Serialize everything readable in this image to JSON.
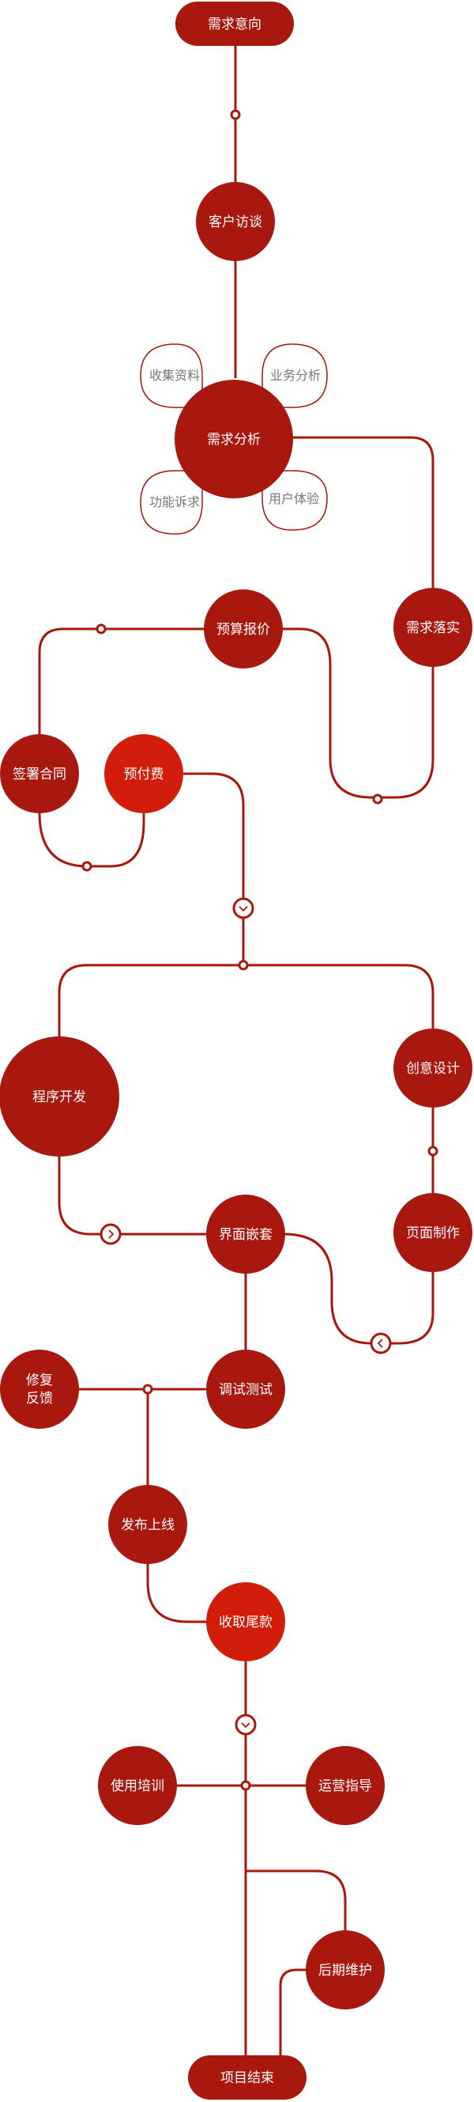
{
  "colors": {
    "line": "#a8180f",
    "node": "#a8180f",
    "accent": "#d11d0a",
    "petal_stroke": "#a8180f",
    "petal_text": "#777777",
    "node_text": "#ffffff"
  },
  "nodes": {
    "start": "需求意向",
    "interview": "客户访谈",
    "analysis": "需求分析",
    "collect": "收集资料",
    "business": "业务分析",
    "function": "功能诉求",
    "experience": "用户体验",
    "implement": "需求落实",
    "quote": "预算报价",
    "contract": "签署合同",
    "prepay": "预付费",
    "creative": "创意设计",
    "dev": "程序开发",
    "page": "页面制作",
    "embed": "界面嵌套",
    "debug": "调试测试",
    "fix": "修复\n反馈",
    "release": "发布上线",
    "final_pay": "收取尾款",
    "training": "使用培训",
    "guide": "运营指导",
    "maintain": "后期维护",
    "end": "项目结束"
  }
}
